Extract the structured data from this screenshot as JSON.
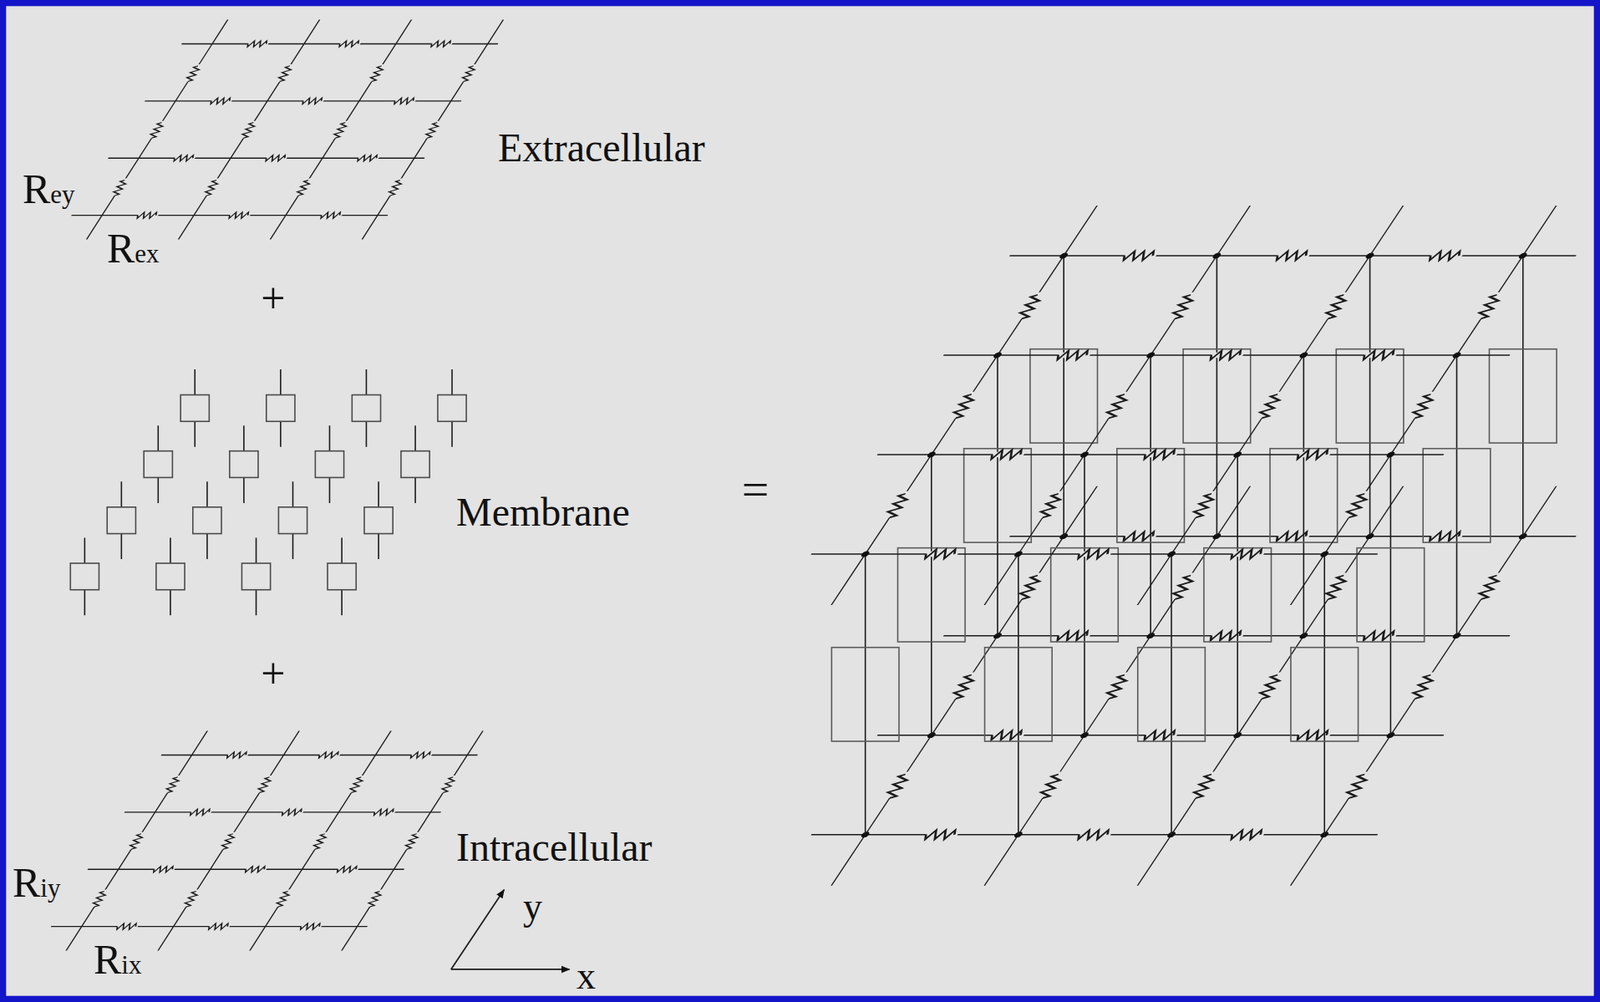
{
  "diagram": {
    "labels": [
      "Rey",
      "Rex",
      "+",
      "Extracellular",
      "Membrane",
      "+",
      "=",
      "Intracellular",
      "Riy",
      "Rix",
      "y",
      "x"
    ]
  }
}
